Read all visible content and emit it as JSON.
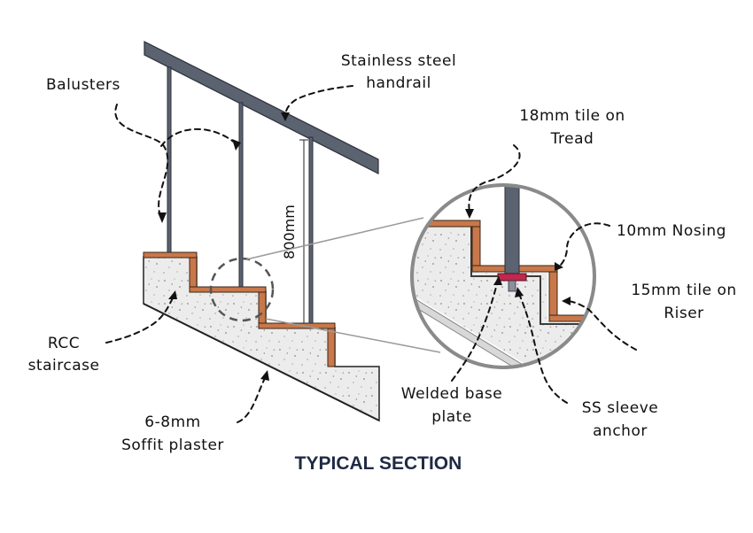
{
  "title": "TYPICAL SECTION",
  "labels": {
    "balusters": "Balusters",
    "handrail_1": "Stainless steel",
    "handrail_2": "handrail",
    "height": "800mm",
    "tile_tread_1": "18mm tile on",
    "tile_tread_2": "Tread",
    "nosing": "10mm Nosing",
    "tile_riser_1": "15mm tile on",
    "tile_riser_2": "Riser",
    "rcc_1": "RCC",
    "rcc_2": "staircase",
    "plaster_1": "6-8mm",
    "plaster_2": "Soffit plaster",
    "base_plate_1": "Welded base",
    "base_plate_2": "plate",
    "anchor_1": "SS sleeve",
    "anchor_2": "anchor"
  },
  "colors": {
    "handrail": "#5b6270",
    "tile": "#c8784a",
    "concrete": "#ececec",
    "base_plate": "#c0284d",
    "title": "#1f2a44"
  }
}
